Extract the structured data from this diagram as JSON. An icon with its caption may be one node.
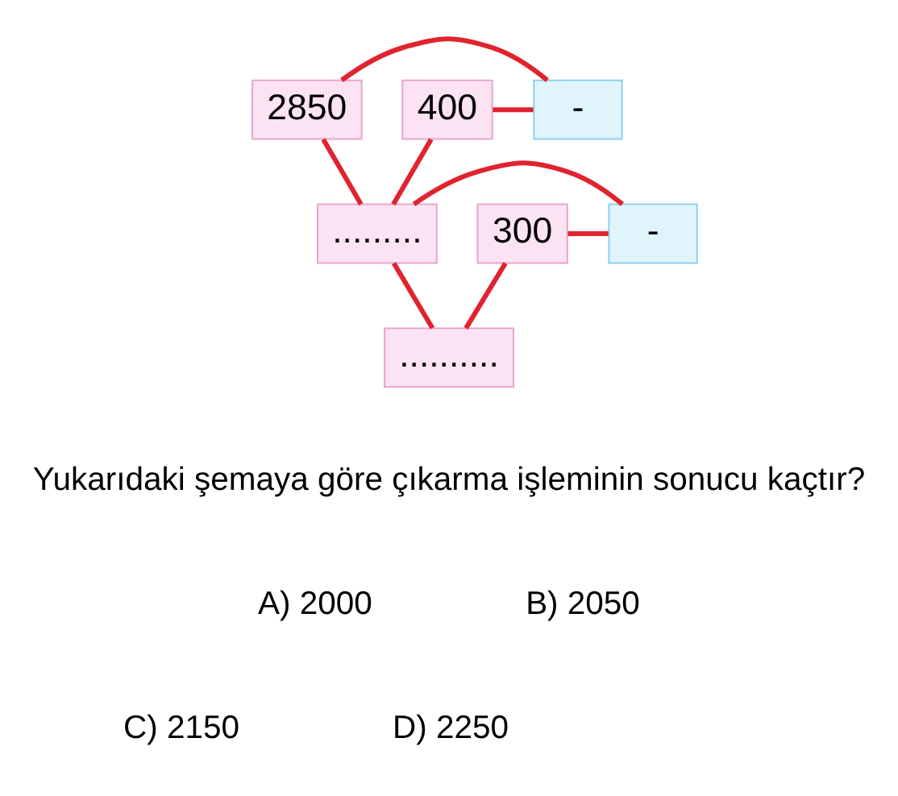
{
  "diagram": {
    "nodes": [
      {
        "text": [
          "2850"
        ]
      },
      {
        "text": [
          "-"
        ]
      },
      {
        "text": [
          "400"
        ]
      },
      {
        "text": [
          "........."
        ]
      },
      {
        "text": [
          "-"
        ]
      },
      {
        "text": [
          "300"
        ]
      },
      {
        "text": [
          ".........."
        ]
      }
    ],
    "edges": [
      {
        "from": 0,
        "to": 1,
        "arrow": "none"
      },
      {
        "from": 1,
        "to": 2,
        "arrow": "none"
      },
      {
        "from": 0,
        "to": 3,
        "arrow": "none"
      },
      {
        "from": 2,
        "to": 3,
        "arrow": "none"
      },
      {
        "from": 3,
        "to": 4,
        "arrow": "none"
      },
      {
        "from": 4,
        "to": 5,
        "arrow": "none"
      },
      {
        "from": 3,
        "to": 6,
        "arrow": "none"
      },
      {
        "from": 5,
        "to": 6,
        "arrow": "none"
      }
    ],
    "labels": [
      "Yukarıdaki şemaya göre çıkarma işleminin sonucu kaçtır?",
      "A) 2000",
      "B) 2050",
      "C) 2150",
      "D) 2250"
    ]
  }
}
